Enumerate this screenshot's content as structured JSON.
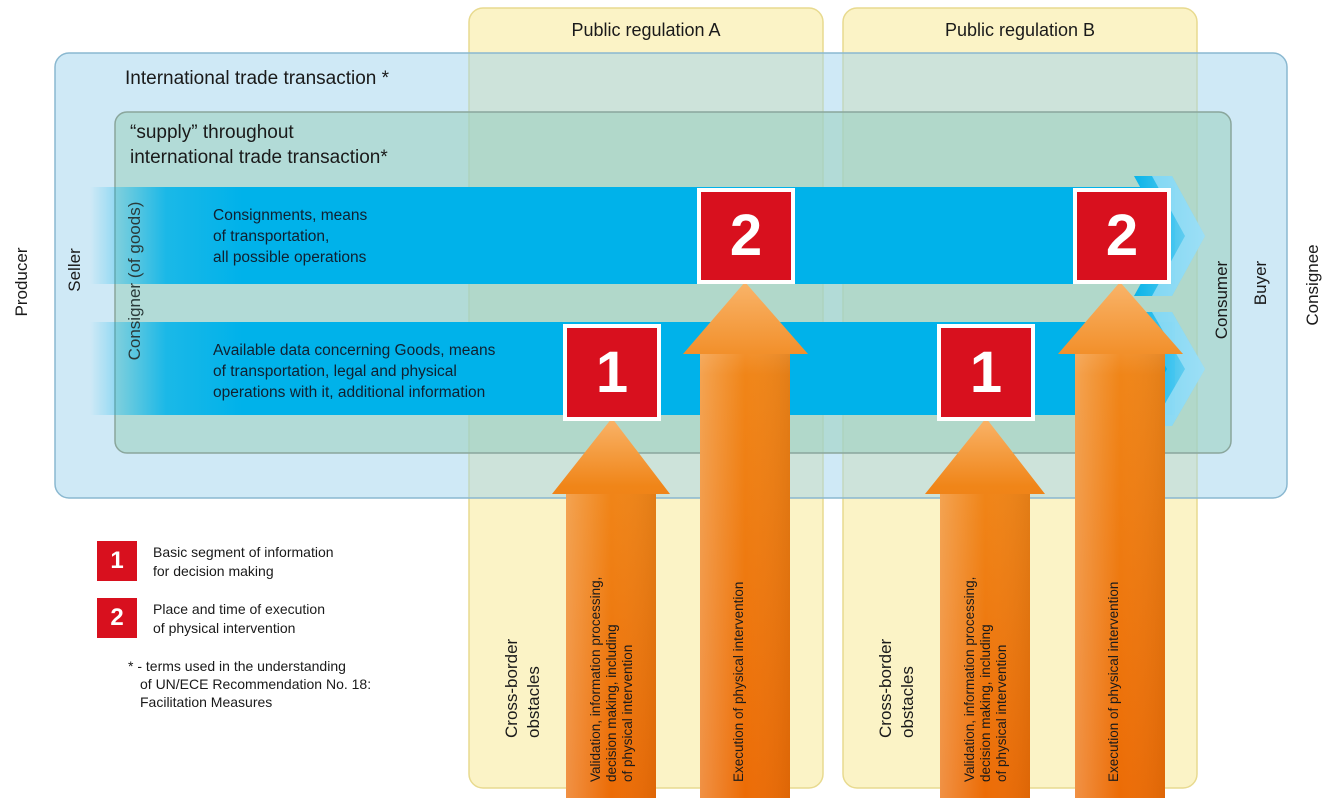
{
  "regulation_a": {
    "title": "Public regulation A"
  },
  "regulation_b": {
    "title": "Public regulation B"
  },
  "transaction_box": {
    "title": "International trade transaction *"
  },
  "supply_box": {
    "title_line1": "“supply” throughout",
    "title_line2": "international trade transaction*"
  },
  "flow_top": {
    "lines": [
      "Consignments, means",
      "of transportation,",
      "all possible operations"
    ],
    "badge": "2"
  },
  "flow_bottom": {
    "lines": [
      "Available data concerning Goods, means",
      "of transportation, legal and physical",
      "operations with it, additional information"
    ],
    "badge": "1"
  },
  "side_labels": {
    "producer": "Producer",
    "seller": "Seller",
    "consigner": "Consigner (of goods)",
    "consumer": "Consumer",
    "buyer": "Buyer",
    "consignee": "Consignee"
  },
  "arrows": {
    "validation": [
      "Validation, information processing,",
      "decision making, including",
      "of physical intervention"
    ],
    "execution": "Execution of physical intervention"
  },
  "obstacles": [
    "Cross-border",
    "obstacles"
  ],
  "legend": {
    "items": [
      {
        "badge": "1",
        "lines": [
          "Basic segment of information",
          "for decision making"
        ]
      },
      {
        "badge": "2",
        "lines": [
          "Place and time of execution",
          "of physical intervention"
        ]
      }
    ],
    "footnote": [
      "* - terms used in the understanding",
      "of UN/ECE Recommendation No. 18:",
      "Facilitation Measures"
    ]
  },
  "colors": {
    "regulation_fill": "#fbf3c6",
    "transaction_fill": "#cfe9f6",
    "supply_fill": "#b9dfd3",
    "flow_blue": "#00b2ea",
    "badge_red": "#d8101e",
    "arrow_orange": "#f07d12"
  }
}
